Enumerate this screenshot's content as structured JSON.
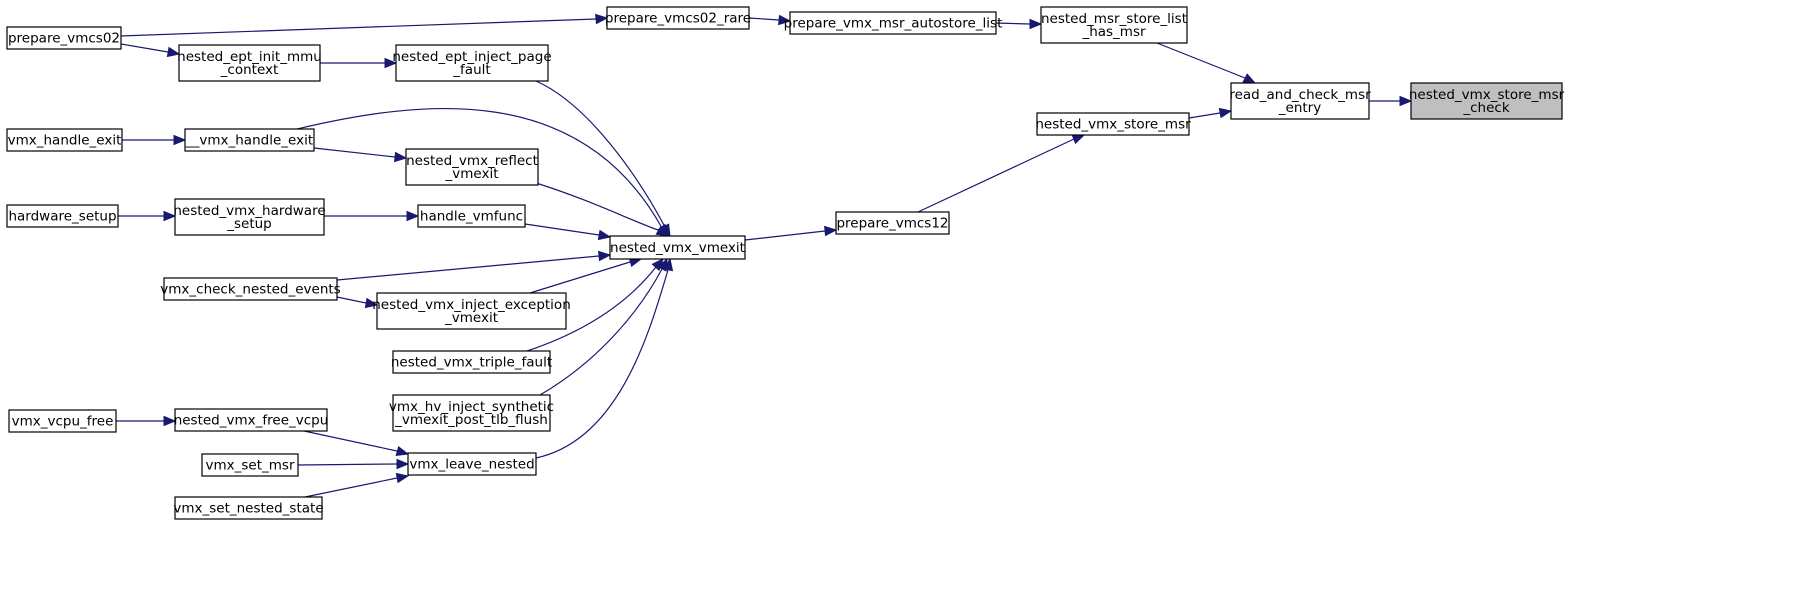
{
  "graph": {
    "colors": {
      "edge": "#191970",
      "node_fill": "#ffffff",
      "highlight_fill": "#bfbfbf",
      "node_stroke": "#000000"
    },
    "nodes": [
      {
        "id": "prepare_vmcs02",
        "lines": [
          "prepare_vmcs02"
        ],
        "highlight": false
      },
      {
        "id": "prepare_vmcs02_rare",
        "lines": [
          "prepare_vmcs02_rare"
        ],
        "highlight": false
      },
      {
        "id": "prepare_vmx_msr_autostore_list",
        "lines": [
          "prepare_vmx_msr_autostore_list"
        ],
        "highlight": false
      },
      {
        "id": "nested_msr_store_list_has_msr",
        "lines": [
          "nested_msr_store_list",
          "_has_msr"
        ],
        "highlight": false
      },
      {
        "id": "read_and_check_msr_entry",
        "lines": [
          "read_and_check_msr",
          "_entry"
        ],
        "highlight": false
      },
      {
        "id": "nested_vmx_store_msr_check",
        "lines": [
          "nested_vmx_store_msr",
          "_check"
        ],
        "highlight": true
      },
      {
        "id": "nested_ept_init_mmu_context",
        "lines": [
          "nested_ept_init_mmu",
          "_context"
        ],
        "highlight": false
      },
      {
        "id": "nested_ept_inject_page_fault",
        "lines": [
          "nested_ept_inject_page",
          "_fault"
        ],
        "highlight": false
      },
      {
        "id": "nested_vmx_store_msr",
        "lines": [
          "nested_vmx_store_msr"
        ],
        "highlight": false
      },
      {
        "id": "vmx_handle_exit",
        "lines": [
          "vmx_handle_exit"
        ],
        "highlight": false
      },
      {
        "id": "__vmx_handle_exit",
        "lines": [
          "__vmx_handle_exit"
        ],
        "highlight": false
      },
      {
        "id": "nested_vmx_reflect_vmexit",
        "lines": [
          "nested_vmx_reflect",
          "_vmexit"
        ],
        "highlight": false
      },
      {
        "id": "hardware_setup",
        "lines": [
          "hardware_setup"
        ],
        "highlight": false
      },
      {
        "id": "nested_vmx_hardware_setup",
        "lines": [
          "nested_vmx_hardware",
          "_setup"
        ],
        "highlight": false
      },
      {
        "id": "handle_vmfunc",
        "lines": [
          "handle_vmfunc"
        ],
        "highlight": false
      },
      {
        "id": "prepare_vmcs12",
        "lines": [
          "prepare_vmcs12"
        ],
        "highlight": false
      },
      {
        "id": "nested_vmx_vmexit",
        "lines": [
          "nested_vmx_vmexit"
        ],
        "highlight": false
      },
      {
        "id": "vmx_check_nested_events",
        "lines": [
          "vmx_check_nested_events"
        ],
        "highlight": false
      },
      {
        "id": "nested_vmx_inject_exception_vmexit",
        "lines": [
          "nested_vmx_inject_exception",
          "_vmexit"
        ],
        "highlight": false
      },
      {
        "id": "nested_vmx_triple_fault",
        "lines": [
          "nested_vmx_triple_fault"
        ],
        "highlight": false
      },
      {
        "id": "vmx_hv_inject_synthetic_vmexit_post_tlb_flush",
        "lines": [
          "vmx_hv_inject_synthetic",
          "_vmexit_post_tlb_flush"
        ],
        "highlight": false
      },
      {
        "id": "vmx_vcpu_free",
        "lines": [
          "vmx_vcpu_free"
        ],
        "highlight": false
      },
      {
        "id": "nested_vmx_free_vcpu",
        "lines": [
          "nested_vmx_free_vcpu"
        ],
        "highlight": false
      },
      {
        "id": "vmx_set_msr",
        "lines": [
          "vmx_set_msr"
        ],
        "highlight": false
      },
      {
        "id": "vmx_leave_nested",
        "lines": [
          "vmx_leave_nested"
        ],
        "highlight": false
      },
      {
        "id": "vmx_set_nested_state",
        "lines": [
          "vmx_set_nested_state"
        ],
        "highlight": false
      }
    ],
    "edges": [
      {
        "from": "read_and_check_msr_entry",
        "to": "nested_vmx_store_msr_check"
      },
      {
        "from": "nested_msr_store_list_has_msr",
        "to": "read_and_check_msr_entry"
      },
      {
        "from": "nested_vmx_store_msr",
        "to": "read_and_check_msr_entry"
      },
      {
        "from": "prepare_vmx_msr_autostore_list",
        "to": "nested_msr_store_list_has_msr"
      },
      {
        "from": "prepare_vmcs02_rare",
        "to": "prepare_vmx_msr_autostore_list"
      },
      {
        "from": "prepare_vmcs02",
        "to": "prepare_vmcs02_rare"
      },
      {
        "from": "prepare_vmcs02",
        "to": "nested_ept_init_mmu_context"
      },
      {
        "from": "nested_ept_init_mmu_context",
        "to": "nested_ept_inject_page_fault"
      },
      {
        "from": "prepare_vmcs12",
        "to": "nested_vmx_store_msr"
      },
      {
        "from": "nested_vmx_vmexit",
        "to": "prepare_vmcs12"
      },
      {
        "from": "nested_ept_inject_page_fault",
        "to": "nested_vmx_vmexit"
      },
      {
        "from": "__vmx_handle_exit",
        "to": "nested_vmx_vmexit"
      },
      {
        "from": "vmx_handle_exit",
        "to": "__vmx_handle_exit"
      },
      {
        "from": "__vmx_handle_exit",
        "to": "nested_vmx_reflect_vmexit"
      },
      {
        "from": "nested_vmx_reflect_vmexit",
        "to": "nested_vmx_vmexit"
      },
      {
        "from": "hardware_setup",
        "to": "nested_vmx_hardware_setup"
      },
      {
        "from": "nested_vmx_hardware_setup",
        "to": "handle_vmfunc"
      },
      {
        "from": "handle_vmfunc",
        "to": "nested_vmx_vmexit"
      },
      {
        "from": "vmx_check_nested_events",
        "to": "nested_vmx_vmexit"
      },
      {
        "from": "vmx_check_nested_events",
        "to": "nested_vmx_inject_exception_vmexit"
      },
      {
        "from": "nested_vmx_inject_exception_vmexit",
        "to": "nested_vmx_vmexit"
      },
      {
        "from": "nested_vmx_triple_fault",
        "to": "nested_vmx_vmexit"
      },
      {
        "from": "vmx_hv_inject_synthetic_vmexit_post_tlb_flush",
        "to": "nested_vmx_vmexit"
      },
      {
        "from": "vmx_leave_nested",
        "to": "nested_vmx_vmexit"
      },
      {
        "from": "vmx_vcpu_free",
        "to": "nested_vmx_free_vcpu"
      },
      {
        "from": "nested_vmx_free_vcpu",
        "to": "vmx_leave_nested"
      },
      {
        "from": "vmx_set_msr",
        "to": "vmx_leave_nested"
      },
      {
        "from": "vmx_set_nested_state",
        "to": "vmx_leave_nested"
      }
    ]
  }
}
